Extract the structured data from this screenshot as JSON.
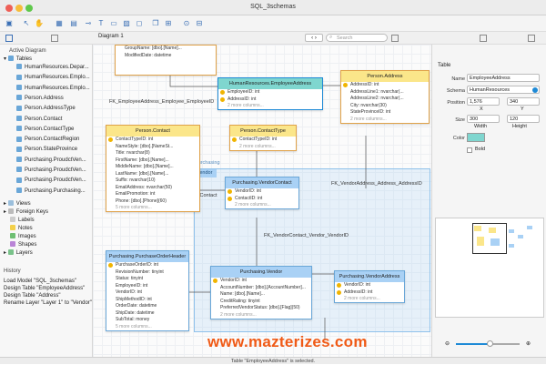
{
  "window": {
    "title": "SQL_3schemas"
  },
  "colors": {
    "yellow": "#fbe68a",
    "blue": "#a9d1f5",
    "teal": "#7fd6cf",
    "orange_header": "#f7d97a",
    "selection": "#1e8ad6"
  },
  "left": {
    "active_diagram": "Active Diagram",
    "tables_label": "Tables",
    "tables": [
      "HumanResources.Depar...",
      "HumanResources.Emplo...",
      "HumanResources.Emplo...",
      "Person.Address",
      "Person.AddressType",
      "Person.Contact",
      "Person.ContactType",
      "Person.ContactRegion",
      "Person.StateProvince",
      "Purchasing.ProudctVen...",
      "Purchasing.ProudctVen...",
      "Purchasing.ProudctVen...",
      "Purchasing.Purchasing..."
    ],
    "groups": [
      "Views",
      "Foreign Keys",
      "Labels",
      "Notes",
      "Images",
      "Shapes",
      "Layers"
    ],
    "history_label": "History",
    "history": [
      "Load Model \"SQL_3schemas\"",
      "Design Table \"EmployeeAddress\"",
      "Design Table \"Address\"",
      "Rename Layer \"Layer 1\" to \"Vendor\""
    ]
  },
  "canvas": {
    "diagram_tab": "Diagram 1",
    "search_placeholder": "Search",
    "layer_label": "Vendor",
    "layer_label2": "Purchasing",
    "rels": [
      "FK_EmployeeAddress_Employee_EmployeeID",
      "FK_VendorContact",
      "FK_VendorAddress_Address_AddressID",
      "FK_VendorContact_Vendor_VendorID"
    ],
    "tables": {
      "top": {
        "rows": [
          "GroupName: [dbo].[Name]...",
          "ModifiedDate: datetime"
        ]
      },
      "empaddr": {
        "name": "HumanResources.EmployeeAddress",
        "rows": [
          "EmployeeID: int",
          "AddressID: int"
        ],
        "more": "2 more columns..."
      },
      "address": {
        "name": "Person.Address",
        "rows": [
          "AddressID: int",
          "AddressLine1: nvarchar(...",
          "AddressLine2: nvarchar(...",
          "City: nvarchar(30)",
          "StateProvinceID: int"
        ],
        "more": "2 more columns..."
      },
      "contact": {
        "name": "Person.Contact",
        "rows": [
          "ContactTypeID: int",
          "NameStyle: [dbo].[NameSt...",
          "Title: nvarchar(8)",
          "FirstName: [dbo].[Name]...",
          "MiddleName: [dbo].[Name]...",
          "LastName: [dbo].[Name]...",
          "Suffix: nvarchar(10)",
          "EmailAddress: nvarchar(50)",
          "EmailPromotion: int",
          "Phone: [dbo].[Phone](60)"
        ],
        "more": "5 more columns..."
      },
      "ctype": {
        "name": "Person.ContactType",
        "rows": [
          "ContactTypeID: int"
        ],
        "more": "2 more columns..."
      },
      "vcontact": {
        "name": "Purchasing.VendorContact",
        "rows": [
          "VendorID: int",
          "ContactID: int"
        ],
        "more": "2 more columns..."
      },
      "poheader": {
        "name": "Purchasing.PurchaseOrderHeader",
        "rows": [
          "PurchaseOrderID: int",
          "RevisionNumber: tinyint",
          "Status: tinyint",
          "EmployeeID: int",
          "VendorID: int",
          "ShipMethodID: int",
          "OrderDate: datetime",
          "ShipDate: datetime",
          "SubTotal: money"
        ],
        "more": "5 more columns..."
      },
      "vendor": {
        "name": "Purchasing.Vendor",
        "rows": [
          "VendorID: int",
          "AccountNumber: [dbo].[AccountNumber]...",
          "Name: [dbo].[Name]...",
          "CreditRating: tinyint",
          "PreferredVendorStatus: [dbo].[Flag](50)"
        ],
        "more": "2 more columns..."
      },
      "vaddr": {
        "name": "Purchasing.VendorAddress",
        "rows": [
          "VendorID: int",
          "AddressID: int"
        ],
        "more": "2 more columns..."
      }
    }
  },
  "inspector": {
    "section": "Table",
    "name_label": "Name",
    "name": "EmployeeAddress",
    "schema_label": "Schema",
    "schema": "HumanResources",
    "pos_label": "Position",
    "pos_x": "1,576",
    "pos_y": "340",
    "x_label": "X",
    "y_label": "Y",
    "size_label": "Size",
    "width": "300",
    "height": "120",
    "w_label": "Width",
    "h_label": "Height",
    "color_label": "Color",
    "bold_label": "Bold"
  },
  "status": "Table \"EmployeeAddress\" is selected.",
  "watermark": "www.mazterizes.com"
}
